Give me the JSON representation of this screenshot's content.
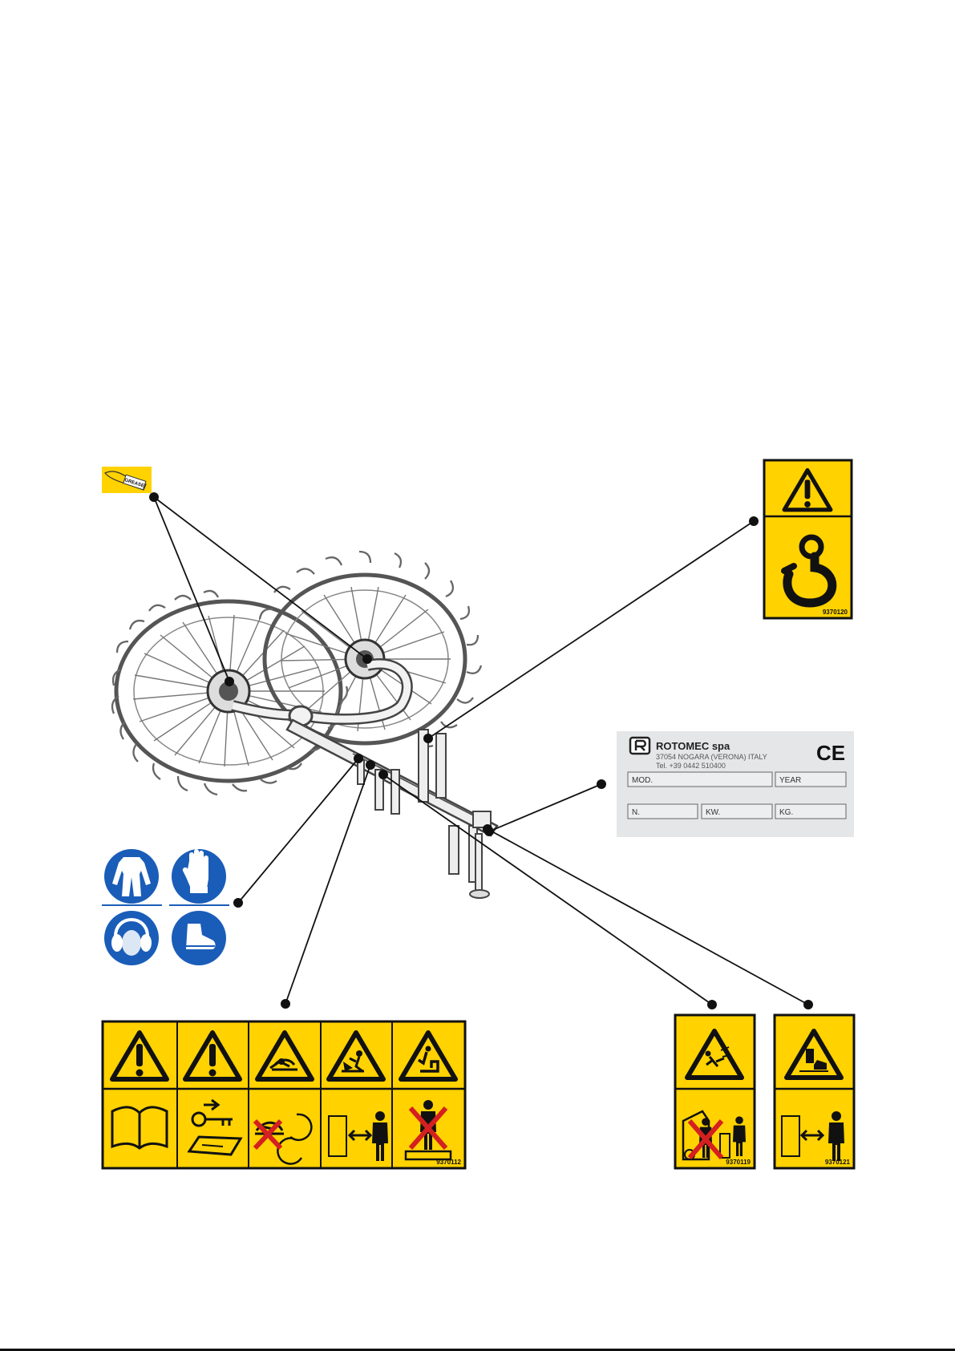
{
  "grease_label": {
    "text": "GREASE"
  },
  "hook_sign": {
    "code": "9370120"
  },
  "id_plate": {
    "company": "ROTOMEC spa",
    "address": "37054 NOGARA (VERONA) ITALY",
    "phone": "Tel. +39 0442 510400",
    "ce_mark": "CE",
    "fields": [
      "MOD.",
      "YEAR",
      "N.",
      "KW.",
      "KG."
    ]
  },
  "safety_strip": {
    "code": "9370112"
  },
  "sign_crush": {
    "code": "9370119"
  },
  "sign_foot": {
    "code": "9370121"
  },
  "colors": {
    "sign_yellow": "#FFD200",
    "ppe_blue": "#1A5DB8",
    "no_red": "#D42020",
    "plate_gray": "#E4E6E8"
  },
  "icons": [
    "warning-triangle-icon",
    "crane-hook-icon",
    "manual-book-icon",
    "key-removal-icon",
    "rotating-parts-icon",
    "run-over-icon",
    "crush-icon",
    "keep-distance-icon",
    "no-standing-icon",
    "overalls-icon",
    "gloves-icon",
    "ear-protection-icon",
    "safety-boots-icon"
  ]
}
